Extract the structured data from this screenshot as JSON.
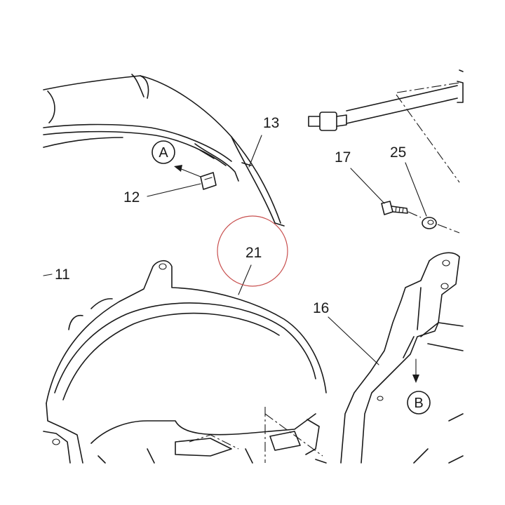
{
  "labels": {
    "p11": "11",
    "p12": "12",
    "p13": "13",
    "p16": "16",
    "p17": "17",
    "p21": "21",
    "p25": "25"
  },
  "callouts": {
    "a": "A",
    "b": "B"
  },
  "colors": {
    "line": "#1a1a1a",
    "highlight_ring": "#c8504f",
    "background": "#ffffff"
  }
}
